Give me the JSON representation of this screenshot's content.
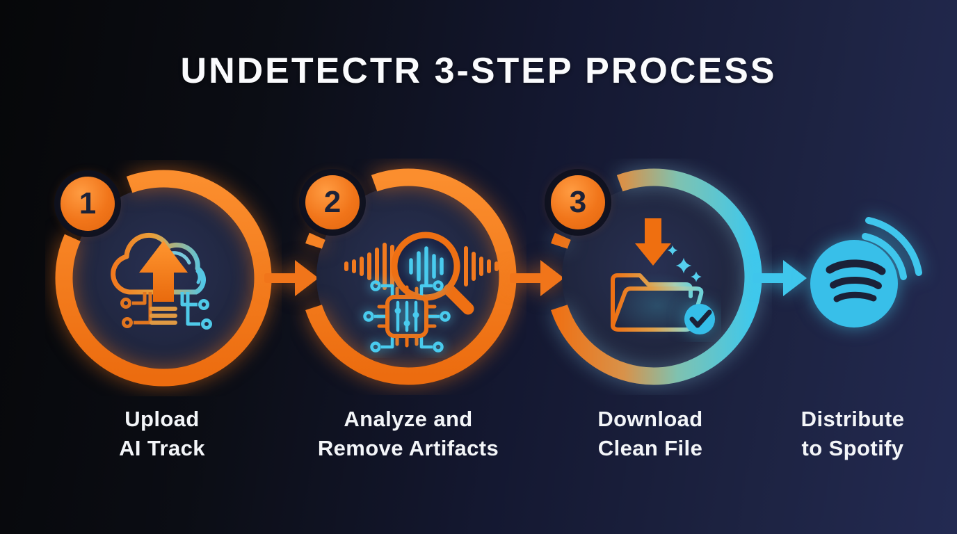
{
  "title": "UNDETECTR 3-STEP PROCESS",
  "steps": [
    {
      "number": "1",
      "icon": "cloud-upload-icon",
      "label": [
        "Upload",
        "AI Track"
      ]
    },
    {
      "number": "2",
      "icon": "waveform-analyze-icon",
      "label": [
        "Analyze and",
        "Remove Artifacts"
      ]
    },
    {
      "number": "3",
      "icon": "folder-download-icon",
      "label": [
        "Download",
        "Clean File"
      ]
    }
  ],
  "destination": {
    "icon": "spotify-broadcast-icon",
    "label": [
      "Distribute",
      "to Spotify"
    ]
  },
  "arrows": [
    {
      "direction": "right",
      "color": "#F1751A"
    },
    {
      "direction": "right",
      "color": "#F1751A"
    },
    {
      "direction": "right",
      "color": "#3FC6EC"
    }
  ],
  "colors": {
    "orange": "#F1751A",
    "cyan": "#3FC6EC",
    "background_dark": "#07080C",
    "background_navy": "#222A52",
    "circle_fill": "#1F2440",
    "text": "#F3F5F8",
    "badge_number": "#1C2238"
  }
}
